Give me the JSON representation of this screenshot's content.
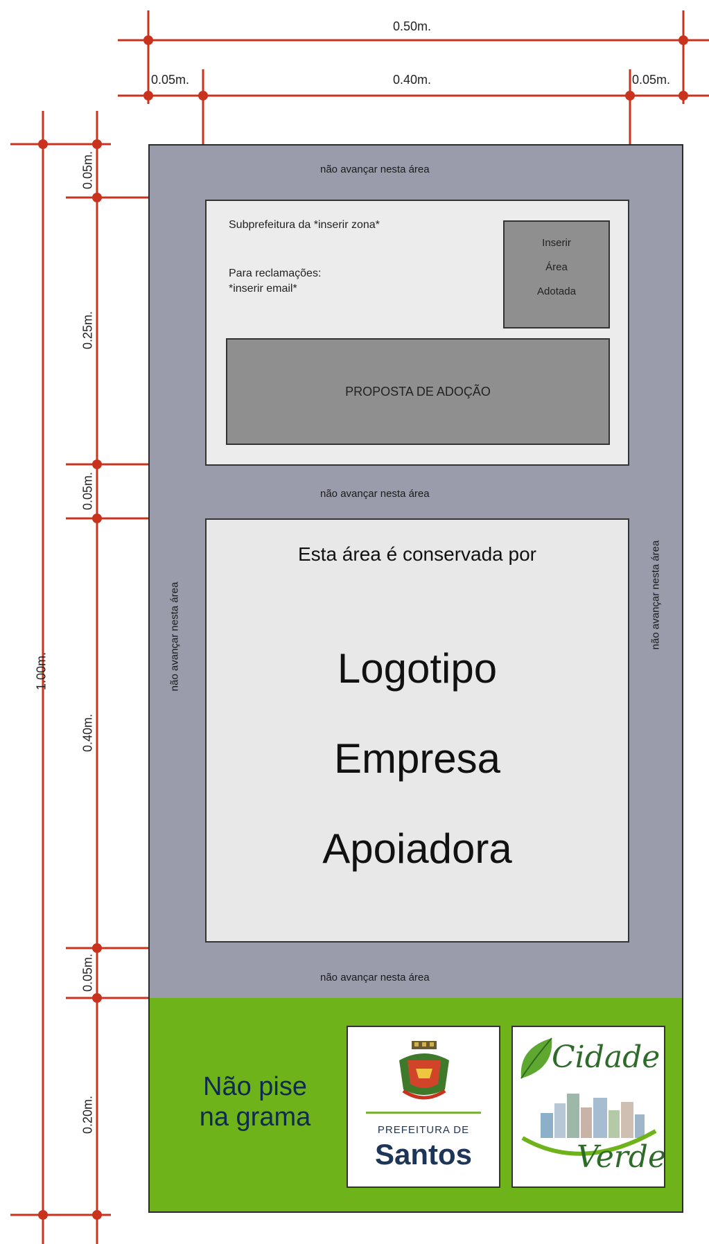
{
  "dimensions": {
    "total_width": "0.50m.",
    "inner_width": "0.40m.",
    "margin_left": "0.05m.",
    "margin_right": "0.05m.",
    "total_height": "1.00m.",
    "top_margin": "0.05m.",
    "top_panel": "0.25m.",
    "middle_margin": "0.05m.",
    "middle_panel": "0.40m.",
    "bottom_margin": "0.05m.",
    "green_band": "0.20m."
  },
  "board": {
    "keep_clear_label": "não avançar nesta área",
    "top_panel": {
      "subprefeitura": "Subprefeitura da *inserir zona*",
      "complaints_label": "Para reclamações:",
      "email_placeholder": "*inserir email*",
      "area_box": [
        "Inserir",
        "Área",
        "Adotada"
      ],
      "proposal": "PROPOSTA DE ADOÇÃO"
    },
    "middle_panel": {
      "heading": "Esta área é conservada por",
      "logo_lines": [
        "Logotipo",
        "Empresa",
        "Apoiadora"
      ]
    },
    "green_band": {
      "message_line1": "Não pise",
      "message_line2": "na grama",
      "santos_logo": {
        "line1": "PREFEITURA DE",
        "line2": "Santos"
      },
      "cidade_verde_logo": {
        "word1": "Cidade",
        "word2": "Verde"
      }
    }
  },
  "colors": {
    "dimension_lines": "#c9331e",
    "board_gray": "#9a9cab",
    "panel_light": "#ececec",
    "panel_dark": "#8f8f8f",
    "grass_green": "#6eb31a",
    "santos_navy": "#1d3557"
  }
}
